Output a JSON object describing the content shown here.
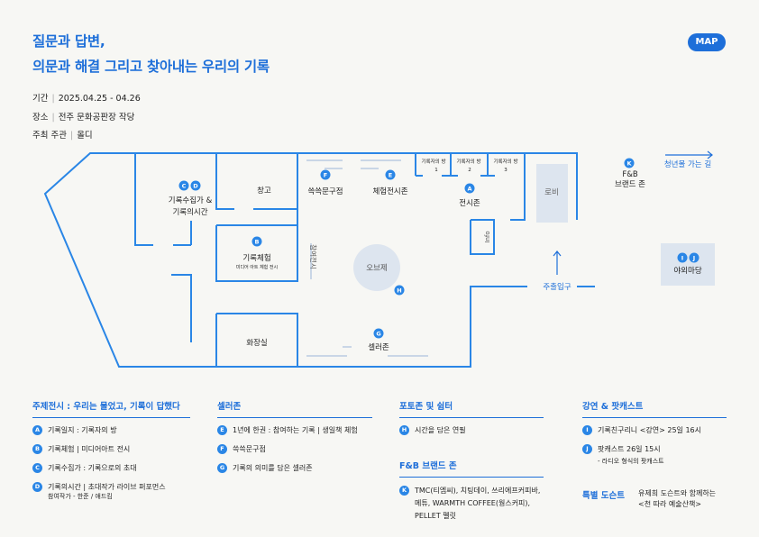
{
  "header": {
    "title_line1": "질문과 답변,",
    "title_line2": "의문과 해결 그리고 찾아내는 우리의 기록",
    "map_badge": "MAP"
  },
  "info": [
    {
      "label": "기간",
      "value": "2025.04.25 - 04.26"
    },
    {
      "label": "장소",
      "value": "전주 문화공판장 작당"
    },
    {
      "label": "주최 주관",
      "value": "올디"
    }
  ],
  "map": {
    "rooms": {
      "archive_label": "기록수집가 &",
      "archive_label2": "기록의시간",
      "storage": "창고",
      "experience": "기록체험",
      "experience_sub": "미디어 아트 체험 전시",
      "restroom": "화장실",
      "stationery": "쓱쓱문구점",
      "experience_exhibit": "체험전시존",
      "room1": "기록자의 방",
      "room1_no": "1",
      "room2": "기록자의 방",
      "room2_no": "2",
      "room3": "기록자의 방",
      "room3_no": "3",
      "exhibit": "전시존",
      "lobby": "로비",
      "info": "Info",
      "objet": "오브제",
      "selah": "셀러존",
      "entrance": "주출입구",
      "fnb": "F&B",
      "fnb2": "브랜드 존",
      "outdoor": "야외마당",
      "youth_road": "청년몰 가는 길",
      "vertical_label": "참여전시"
    },
    "markers": {
      "C": "C",
      "D": "D",
      "B": "B",
      "F": "F",
      "E": "E",
      "A": "A",
      "H": "H",
      "G": "G",
      "K": "K",
      "I": "I",
      "J": "J"
    },
    "colors": {
      "wall": "#2a86e6",
      "room_fill": "#dde5ef",
      "accent": "#1e6fd9"
    }
  },
  "legend": {
    "main": {
      "heading": "주제전시 : 우리는 물었고, 기록이 답했다",
      "items": [
        {
          "marker": "A",
          "text": "기록일지 : 기록자의 방"
        },
        {
          "marker": "B",
          "text": "기록체험 | 미디어아트 전시"
        },
        {
          "marker": "C",
          "text": "기록수집가 : 기록으로의 초대"
        },
        {
          "marker": "D",
          "text": "기록의시간 | 초대작가 라이브 퍼포먼스",
          "sub": "참여작가 - 한준 / 애드킴"
        }
      ]
    },
    "sellers": {
      "heading": "셀러존",
      "items": [
        {
          "marker": "E",
          "text": "1년에 한권 : 참여하는 기록 | 생일책 체험"
        },
        {
          "marker": "F",
          "text": "쓱쓱문구점"
        },
        {
          "marker": "G",
          "text": "기록의 의미를 담은 셀러존"
        }
      ]
    },
    "photo": {
      "heading": "포토존 및 쉼터",
      "items": [
        {
          "marker": "H",
          "text": "시간을 담은 연필"
        }
      ]
    },
    "fnb": {
      "heading": "F&B 브랜드 존",
      "items": [
        {
          "marker": "K",
          "text": "TMC(티엠씨), 치팅데이, 쓰리에프커피바,",
          "line2": "메튜, WARMTH COFFEE(웜스커피),",
          "line3": "PELLET 펠릿"
        }
      ]
    },
    "talks": {
      "heading": "강연 & 팟캐스트",
      "items": [
        {
          "marker": "I",
          "text": "기록친구리니 <강연> 25일 16시"
        },
        {
          "marker": "J",
          "text": "팟캐스트 26일 15시",
          "sub": "- 라디오 형식의 팟캐스트"
        }
      ]
    },
    "docent": {
      "heading": "특별 도슨트",
      "line1": "유제희 도슨트와 함께하는",
      "line2": "<천 따라 예술산책>"
    }
  }
}
